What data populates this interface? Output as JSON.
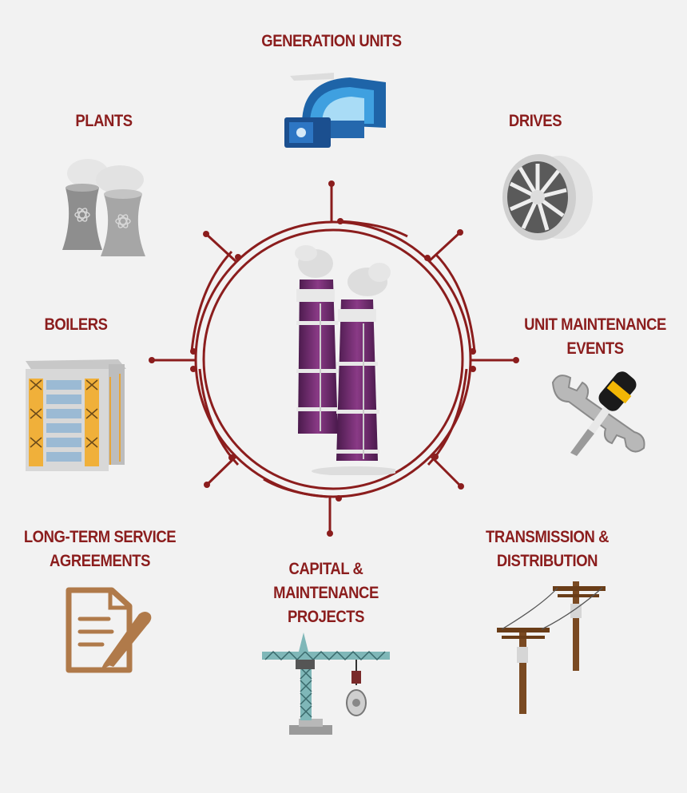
{
  "diagram": {
    "colors": {
      "background": "#f2f2f2",
      "label": "#8b1d1d",
      "ring": "#8b1d1d",
      "chimney": "#6d2a6a"
    },
    "center_icon": "power-plant-chimneys-icon",
    "nodes": [
      {
        "id": "generation-units",
        "lines": [
          "GENERATION UNITS"
        ],
        "icon": "turbine-generator-icon"
      },
      {
        "id": "drives",
        "lines": [
          "DRIVES"
        ],
        "icon": "jet-turbine-drive-icon"
      },
      {
        "id": "unit-maintenance-events",
        "lines": [
          "UNIT MAINTENANCE",
          "EVENTS"
        ],
        "icon": "wrench-screwdriver-icon"
      },
      {
        "id": "transmission-distribution",
        "lines": [
          "TRANSMISSION &",
          "DISTRIBUTION"
        ],
        "icon": "utility-pole-icon"
      },
      {
        "id": "capital-maintenance-projects",
        "lines": [
          "CAPITAL &",
          "MAINTENANCE",
          "PROJECTS"
        ],
        "icon": "tower-crane-icon"
      },
      {
        "id": "long-term-service-agreements",
        "lines": [
          "LONG-TERM SERVICE",
          "AGREEMENTS"
        ],
        "icon": "contract-pen-icon"
      },
      {
        "id": "boilers",
        "lines": [
          "BOILERS"
        ],
        "icon": "boiler-building-icon"
      },
      {
        "id": "plants",
        "lines": [
          "PLANTS"
        ],
        "icon": "cooling-towers-icon"
      }
    ]
  }
}
